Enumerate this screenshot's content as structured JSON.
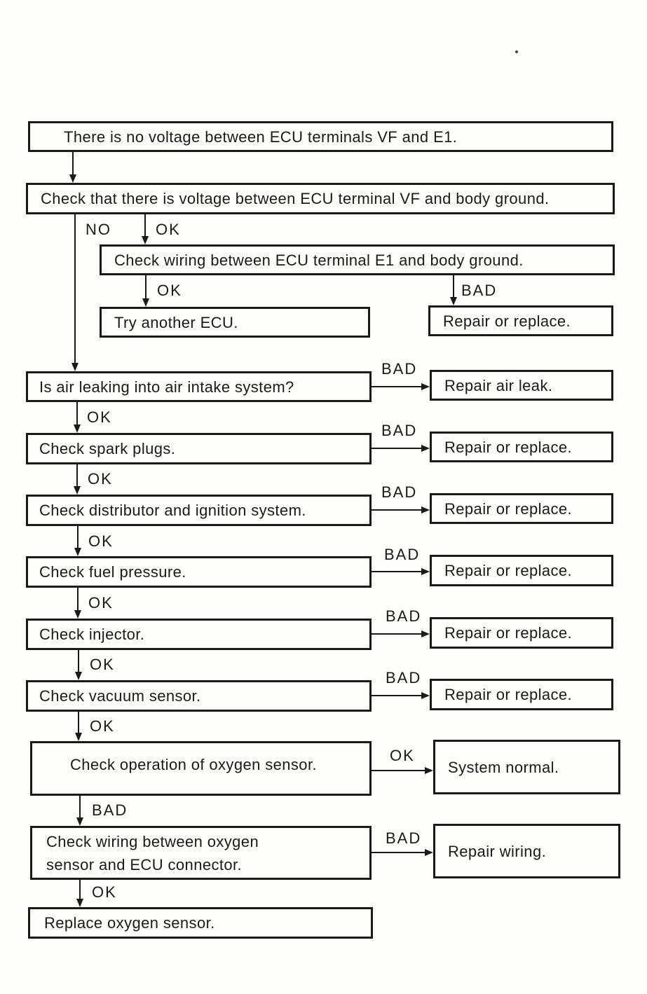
{
  "flowchart": {
    "ink_color": "#1a1a1a",
    "paper_color": "#fdfdfc",
    "nodes": {
      "no_voltage": "There is no voltage between ECU terminals VF and E1.",
      "check_vf_body_ground": "Check that there is voltage between ECU terminal VF and body ground.",
      "check_e1_wiring": "Check wiring between ECU terminal E1 and body ground.",
      "try_another_ecu": "Try another ECU.",
      "repair_or_replace": "Repair or replace.",
      "air_leak_question": "Is air leaking into air intake system?",
      "repair_air_leak": "Repair air leak.",
      "check_spark_plugs": "Check spark plugs.",
      "check_distributor": "Check distributor and ignition system.",
      "check_fuel_pressure": "Check fuel pressure.",
      "check_injector": "Check injector.",
      "check_vacuum_sensor": "Check vacuum sensor.",
      "check_oxygen_sensor_operation": "Check operation of oxygen sensor.",
      "system_normal": "System normal.",
      "check_oxygen_wiring": "Check wiring between oxygen sensor and ECU connector.",
      "repair_wiring": "Repair wiring.",
      "replace_oxygen_sensor": "Replace oxygen sensor."
    },
    "branch_labels": {
      "no": "NO",
      "ok": "OK",
      "bad": "BAD"
    }
  }
}
